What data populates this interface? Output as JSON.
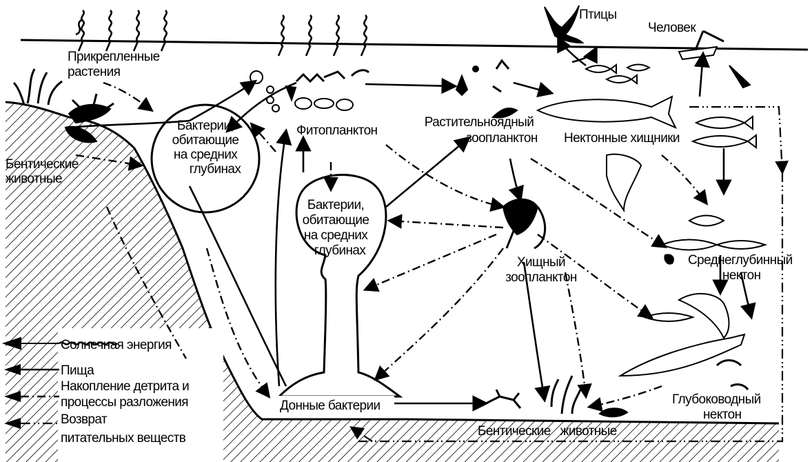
{
  "labels": {
    "birds": "Птицы",
    "human": "Человек",
    "attached_plants": [
      "Прикрепленные",
      "растения"
    ],
    "bacteria_mid_left": [
      "Бактерии,",
      "обитающие",
      "на средних",
      "глубинах"
    ],
    "phytoplankton": "Фитопланктон",
    "herbivorous_zooplankton": [
      "Растительноядный",
      "зоопланктон"
    ],
    "nekton_predators": "Нектонные хищники",
    "benthic_animals_left": [
      "Бентические",
      "животные"
    ],
    "bacteria_mid_center": [
      "Бактерии,",
      "обитающие",
      "на средних",
      "глубинах"
    ],
    "predatory_zooplankton": [
      "Хищный",
      "зоопланктон"
    ],
    "mesopelagic_nekton": [
      "Среднеглубинный",
      "нектон"
    ],
    "deep_nekton": [
      "Глубоководный",
      "нектон"
    ],
    "bottom_bacteria": "Донные бактерии",
    "benthic_animals_bottom": "Бентические   животные"
  },
  "legend": [
    {
      "style": "wavy",
      "label": [
        "Солнечная энергия"
      ]
    },
    {
      "style": "solid",
      "label": [
        "Пища"
      ]
    },
    {
      "style": "dash-dot",
      "label": [
        "Накопление детрита и",
        "процессы разложения"
      ]
    },
    {
      "style": "dash-dot-dot",
      "label": [
        "Возврат",
        "питательных веществ"
      ]
    }
  ]
}
